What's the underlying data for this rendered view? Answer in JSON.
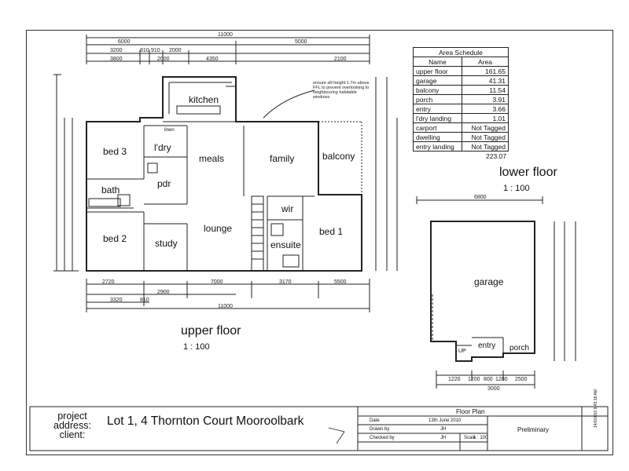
{
  "area_schedule": {
    "title": "Area Schedule",
    "headers": [
      "Name",
      "Area"
    ],
    "rows": [
      [
        "upper floor",
        "161.65"
      ],
      [
        "garage",
        "41.31"
      ],
      [
        "balcony",
        "11.54"
      ],
      [
        "porch",
        "3.91"
      ],
      [
        "entry",
        "3.66"
      ],
      [
        "l'dry landing",
        "1.01"
      ],
      [
        "carport",
        "Not Tagged"
      ],
      [
        "dwelling",
        "Not Tagged"
      ],
      [
        "entry landing",
        "Not Tagged"
      ]
    ],
    "total": "223.07"
  },
  "upper_floor": {
    "title": "upper floor",
    "scale": "1 : 100",
    "rooms": {
      "kitchen": "kitchen",
      "meals": "meals",
      "family": "family",
      "balcony": "balcony",
      "bed3": "bed 3",
      "ldry": "l'dry",
      "linen": "linen",
      "pdr": "pdr",
      "bath": "bath",
      "bed2": "bed 2",
      "study": "study",
      "lounge": "lounge",
      "wir": "wir",
      "ensuite": "ensuite",
      "bed1": "bed 1"
    },
    "note": "ensure sill height 1.7m above FFL to prevent overlooking to neighbouring habitable windows",
    "dims_top": [
      "11000",
      "6000",
      "5000",
      "3200",
      "810",
      "910",
      "2000",
      "3800",
      "2000",
      "4350",
      "2100"
    ],
    "dims_bottom": [
      "2720",
      "2900",
      "7000",
      "3170",
      "5500",
      "3320",
      "810",
      "11000"
    ]
  },
  "lower_floor": {
    "title": "lower floor",
    "scale": "1 : 100",
    "rooms": {
      "garage": "garage",
      "entry": "entry",
      "porch": "porch",
      "up": "UP"
    },
    "dims_top": [
      "6800"
    ],
    "dims_bottom": [
      "1220",
      "1200",
      "800",
      "1200",
      "2500",
      "3000"
    ]
  },
  "title_block": {
    "project_label": "project address:",
    "client_label": "client:",
    "address": "Lot 1, 4 Thornton Court Mooroolbark",
    "sheet_title": "Floor Plan",
    "date_label": "Date",
    "date_value": "13th June 2010",
    "drawn_label": "Drawn by",
    "drawn_value": "JH",
    "checked_label": "Checked by",
    "checked_value": "JH",
    "scale_label": "Scale",
    "scale_value": "1 : 100",
    "status": "Preliminary",
    "side_ref": "14/6/2010 9:45:18 AM"
  }
}
